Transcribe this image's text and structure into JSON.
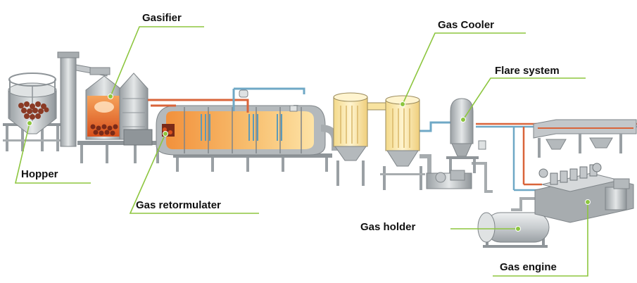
{
  "labels": {
    "gasifier": "Gasifier",
    "gas_cooler": "Gas Cooler",
    "flare_system": "Flare system",
    "hopper": "Hopper",
    "gas_retormulater": "Gas retormulater",
    "gas_holder": "Gas holder",
    "gas_engine": "Gas engine"
  },
  "colors": {
    "leader_line": "#8dc63f",
    "leader_dot": "#8dc63f",
    "pipe_red": "#d9643a",
    "pipe_blue": "#6fa8c6",
    "steel": "#b4b9bc",
    "fire": "#e8702a",
    "cooler_cream": "#fbe9a8"
  }
}
